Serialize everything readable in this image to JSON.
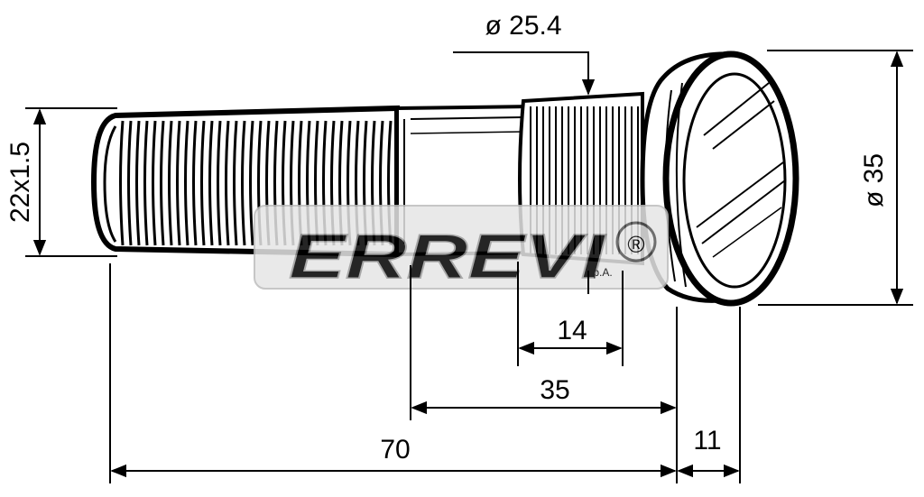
{
  "drawing": {
    "subject": "wheel-stud",
    "dimensions": {
      "thread": "22x1.5",
      "knurl_diameter": "ø 25.4",
      "head_diameter": "ø 35",
      "knurl_length": "14",
      "shank_length": "35",
      "overall_length": "70",
      "head_thickness": "11"
    },
    "watermark": {
      "brand": "ERREVI",
      "suffix": "s.p.A.",
      "mark": "®"
    }
  }
}
